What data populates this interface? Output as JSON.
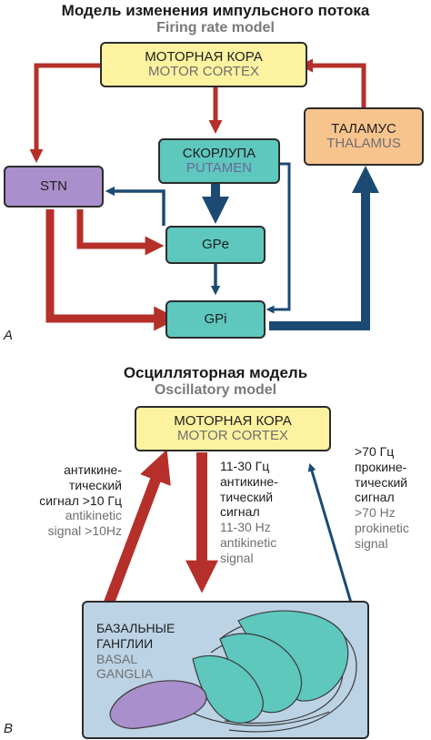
{
  "panel_a": {
    "title_ru": "Модель изменения импульсного потока",
    "title_en": "Firing rate model",
    "letter": "A",
    "motor_cortex": {
      "ru": "МОТОРНАЯ КОРА",
      "en": "MOTOR CORTEX"
    },
    "putamen": {
      "ru": "СКОРЛУПА",
      "en": "PUTAMEN"
    },
    "thalamus": {
      "ru": "ТАЛАМУС",
      "en": "THALAMUS"
    },
    "stn": "STN",
    "gpe": "GPe",
    "gpi": "GPi"
  },
  "panel_b": {
    "title_ru": "Осцилляторная модель",
    "title_en": "Oscillatory model",
    "letter": "B",
    "motor_cortex": {
      "ru": "МОТОРНАЯ КОРА",
      "en": "MOTOR CORTEX"
    },
    "basal_ganglia": {
      "ru_line1": "БАЗАЛЬНЫЕ",
      "ru_line2": "ГАНГЛИИ",
      "en_line1": "BASAL",
      "en_line2": "GANGLIA"
    },
    "left_label": {
      "ru": [
        "антикине-",
        "тический",
        "сигнал  >10 Гц"
      ],
      "en": [
        "antikinetic",
        "signal >10Hz"
      ]
    },
    "middle_label": {
      "ru": [
        "11-30 Гц",
        "антикине-",
        "тический",
        "сигнал"
      ],
      "en": [
        "11-30 Hz",
        "antikinetic",
        "signal"
      ]
    },
    "right_label": {
      "ru": [
        ">70 Гц",
        "прокине-",
        "тический",
        "сигнал"
      ],
      "en": [
        ">70 Hz",
        "prokinetic",
        "signal"
      ]
    }
  },
  "colors": {
    "excitatory_arrow": "#b5302a",
    "inhibitory_arrow": "#1c4a73",
    "motor_cortex_fill": "#fdf29f",
    "teal_fill": "#5ec7be",
    "thalamus_fill": "#f8c48e",
    "stn_fill": "#a98fcb",
    "basal_ganglia_fill": "#bcd3e6"
  }
}
